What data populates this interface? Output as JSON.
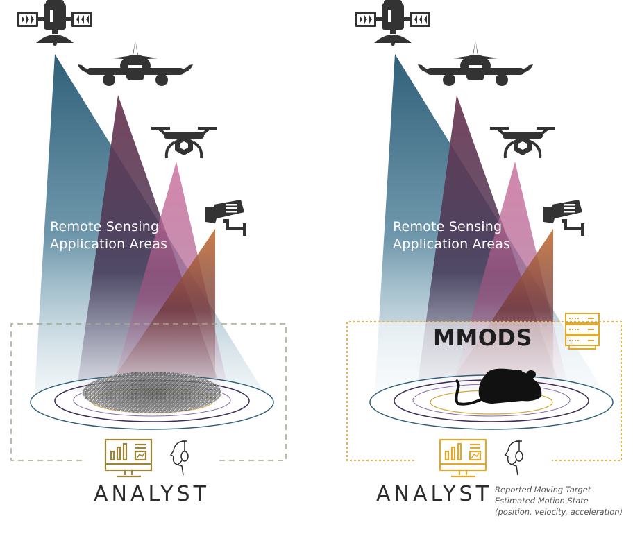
{
  "left_panel": {
    "title": "Remote Sensing Application Areas",
    "title_line1": "Remote Sensing",
    "title_line2": "Application Areas",
    "role_label": "ANALYST",
    "frame_style": "dashed-gray",
    "target": "noisy-cluttered-target",
    "icons": [
      "satellite-icon",
      "airplane-icon",
      "drone-icon",
      "cctv-camera-icon",
      "analytics-monitor-icon",
      "analyst-headset-icon"
    ]
  },
  "right_panel": {
    "title_line1": "Remote Sensing",
    "title_line2": "Application Areas",
    "system_label": "MMODS",
    "role_label": "ANALYST",
    "frame_style": "dashed-gold",
    "target": "mouse-silhouette",
    "report_lines": [
      "Reported Moving Target",
      "Estimated Motion State",
      "(position, velocity, acceleration)"
    ],
    "icons": [
      "satellite-icon",
      "airplane-icon",
      "drone-icon",
      "cctv-camera-icon",
      "server-stack-icon",
      "analytics-monitor-icon",
      "analyst-headset-icon"
    ]
  },
  "colors": {
    "satellite_beam": "#2f5f78",
    "airplane_beam": "#6e3a55",
    "drone_beam": "#c86f9c",
    "camera_beam": "#c0703f",
    "icon_dark": "#333333",
    "monitor_left": "#9c8534",
    "monitor_right": "#e0a92a",
    "frame_left": "#a8a58a",
    "frame_right": "#e3b54a",
    "ring_outer": "#2f5f78",
    "ring_2": "#3e2a55",
    "ring_3": "#8a6aa8",
    "ring_inner": "#d6a93a"
  }
}
